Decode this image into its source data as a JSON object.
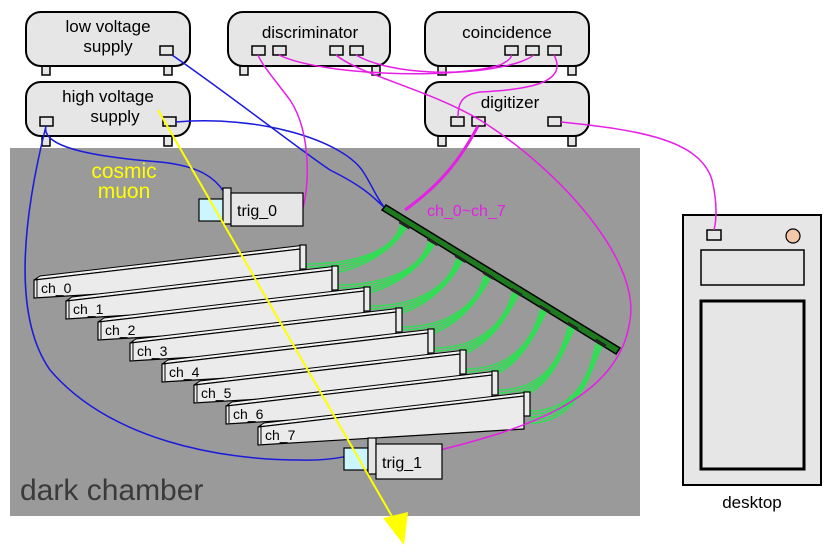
{
  "modules": {
    "low_voltage": {
      "line1": "low voltage",
      "line2": "supply"
    },
    "high_voltage": {
      "line1": "high voltage",
      "line2": "supply"
    },
    "discriminator": {
      "label": "discriminator"
    },
    "coincidence": {
      "label": "coincidence"
    },
    "digitizer": {
      "label": "digitizer"
    }
  },
  "chamber": {
    "label": "dark chamber"
  },
  "muon": {
    "line1": "cosmic",
    "line2": "muon"
  },
  "triggers": {
    "trig0": "trig_0",
    "trig1": "trig_1"
  },
  "bundle_label": "ch_0~ch_7",
  "channels": [
    "ch_0",
    "ch_1",
    "ch_2",
    "ch_3",
    "ch_4",
    "ch_5",
    "ch_6",
    "ch_7"
  ],
  "desktop": {
    "label": "desktop"
  },
  "colors": {
    "chamber": "#9a9a9a",
    "module_fill": "#e6e6e6",
    "hv_cable": "#1a1adc",
    "signal_cable": "#e61ee6",
    "fiber": "#33dd55",
    "muon": "#ffff00",
    "muon_label": "#ffff00",
    "bundle_label": "#e61ee6",
    "sensor_board": "#1e7a1e",
    "trigger_window": "#ccf6ff",
    "chamber_label": "#3a3a3a"
  }
}
